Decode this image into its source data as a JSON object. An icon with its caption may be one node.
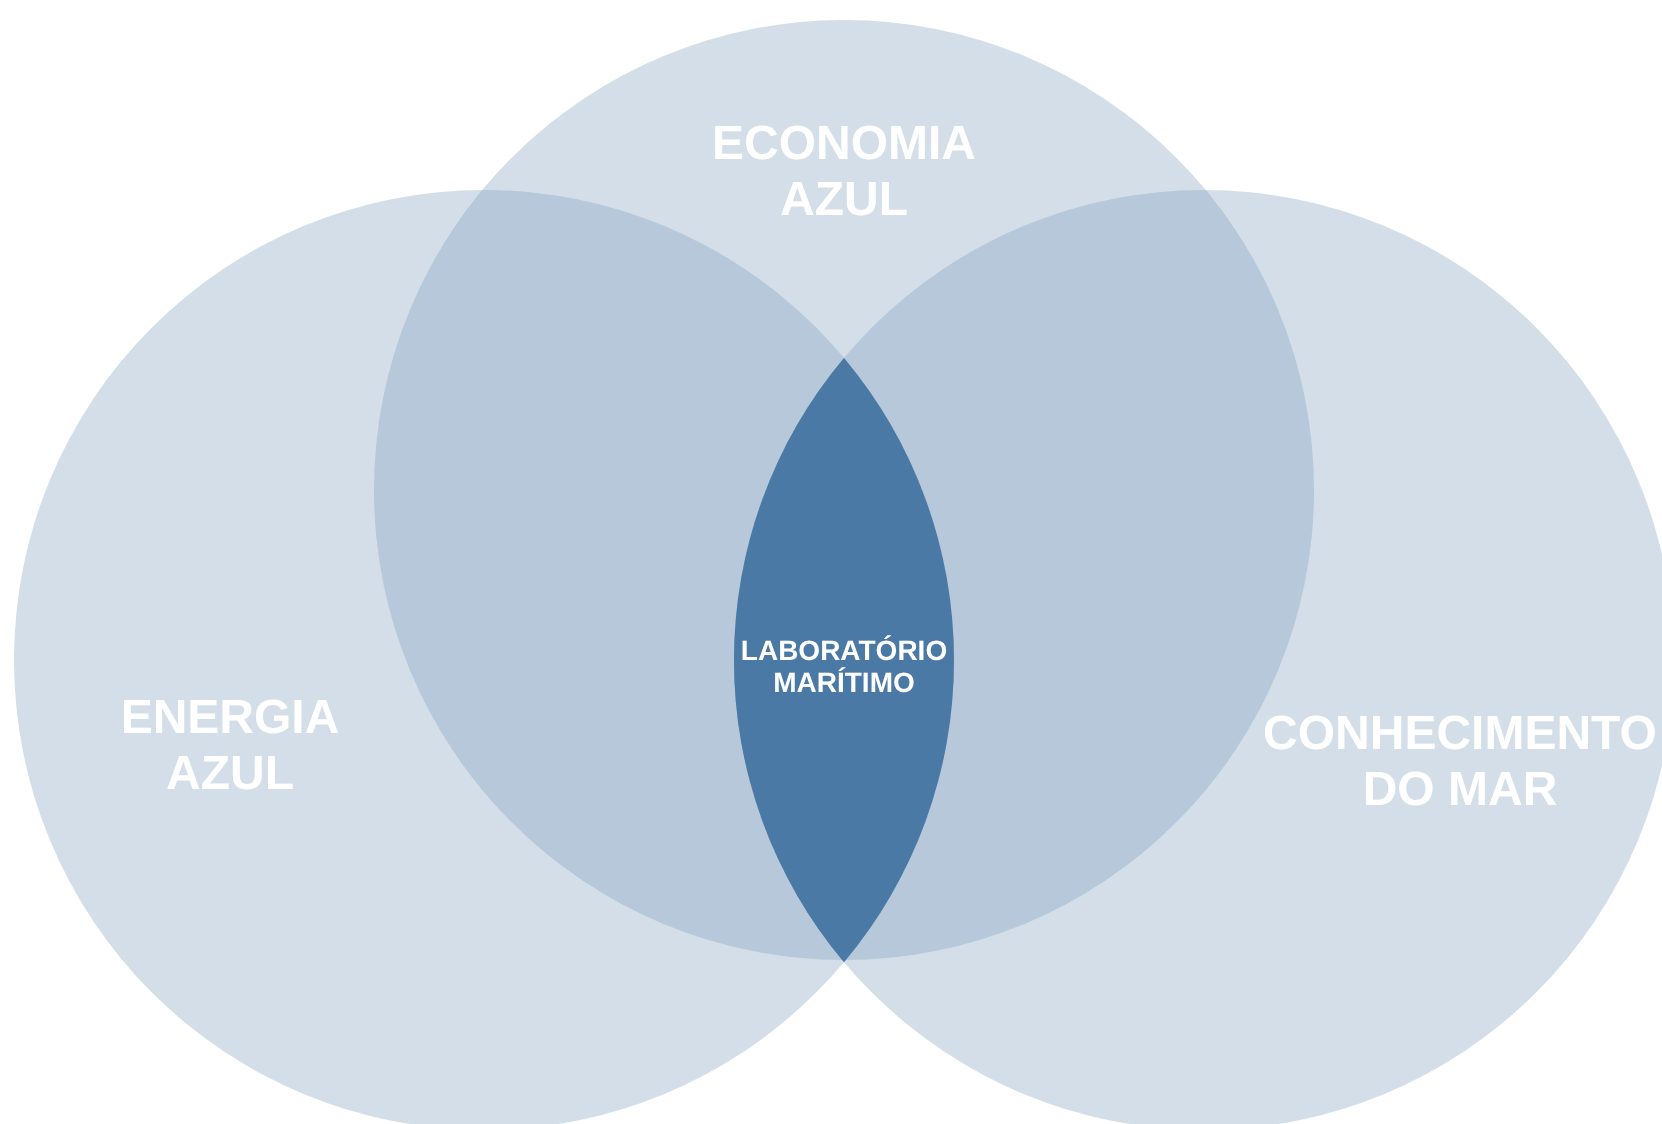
{
  "diagram": {
    "nodes": [
      {
        "text": [
          "ECONOMIA AZUL"
        ]
      },
      {
        "text": [
          "ENERGIA AZUL"
        ]
      },
      {
        "text": [
          "LABORATÓRIO MARÍTIMO"
        ]
      },
      {
        "text": [
          "CONHECIMENTO DO MAR"
        ]
      }
    ]
  }
}
